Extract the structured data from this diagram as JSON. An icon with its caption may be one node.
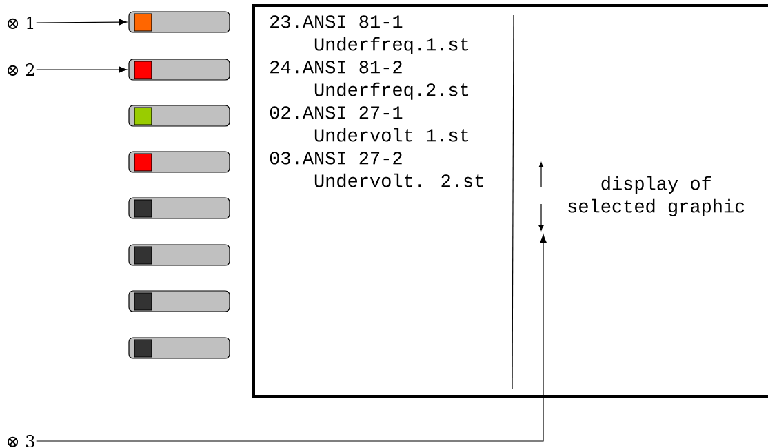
{
  "diagram": {
    "nodes": [
      {
        "text": [
          "⊗ 1"
        ]
      },
      {
        "text": [
          "⊗ 2"
        ]
      },
      {
        "text": [],
        "shape": "box"
      },
      {
        "text": [],
        "shape": "box"
      },
      {
        "text": [],
        "shape": "box"
      },
      {
        "text": [],
        "shape": "box"
      },
      {
        "text": [],
        "shape": "box"
      },
      {
        "text": [],
        "shape": "box"
      },
      {
        "text": [],
        "shape": "box"
      },
      {
        "text": [],
        "shape": "box"
      },
      {
        "text": [
          "23.ANSI 81-1 Underfreq.1.st",
          "24.ANSI 81-2 Underfreq.2.st",
          "02.ANSI 27-1 Undervolt 1.st",
          "03.ANSI 27-2 Undervolt. 2.st"
        ]
      },
      {
        "text": [
          "display of selected graphic"
        ],
        "in": 10
      },
      {
        "text": [
          "⊗ 3"
        ]
      }
    ],
    "edges": [
      {
        "from": 0,
        "to": 2,
        "arrow": "to"
      },
      {
        "from": 1,
        "to": 3,
        "arrow": "to"
      },
      {
        "from": 12,
        "to": 11,
        "arrow": "to"
      }
    ]
  }
}
